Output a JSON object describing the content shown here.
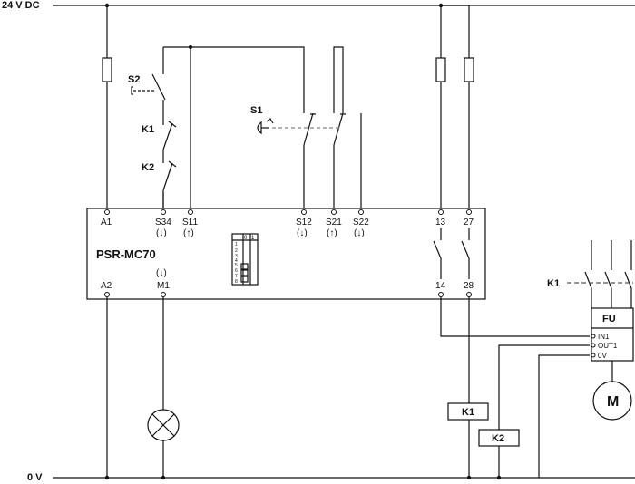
{
  "supply": {
    "top_label": "24 V DC",
    "bottom_label": "0 V"
  },
  "relay": {
    "model": "PSR-MC70",
    "top_terminals": [
      "A1",
      "S34",
      "S11",
      "S12",
      "S21",
      "S22",
      "13",
      "27"
    ],
    "top_symbols": {
      "S34": "(↓)",
      "S11": "(↑)",
      "S12": "(↓)",
      "S21": "(↑)",
      "S22": "(↓)"
    },
    "bottom_terminals": [
      "A2",
      "M1",
      "14",
      "28"
    ],
    "bottom_symbols": {
      "M1": "(↓)"
    },
    "dip_header": [
      "0",
      "1"
    ],
    "dip_rows": [
      "1",
      "2",
      "3",
      "4",
      "5",
      "6",
      "7",
      "8"
    ]
  },
  "devices": {
    "s2": "S2",
    "s1": "S1",
    "k1_contact": "K1",
    "k2_contact": "K2",
    "k1_coil": "K1",
    "k2_coil": "K2",
    "k1_main": "K1",
    "motor": "M"
  },
  "fu": {
    "title": "FU",
    "terminals": [
      "IN1",
      "OUT1",
      "0V"
    ]
  },
  "colors": {
    "wire": "#111111",
    "dashed_link": "#888888"
  }
}
